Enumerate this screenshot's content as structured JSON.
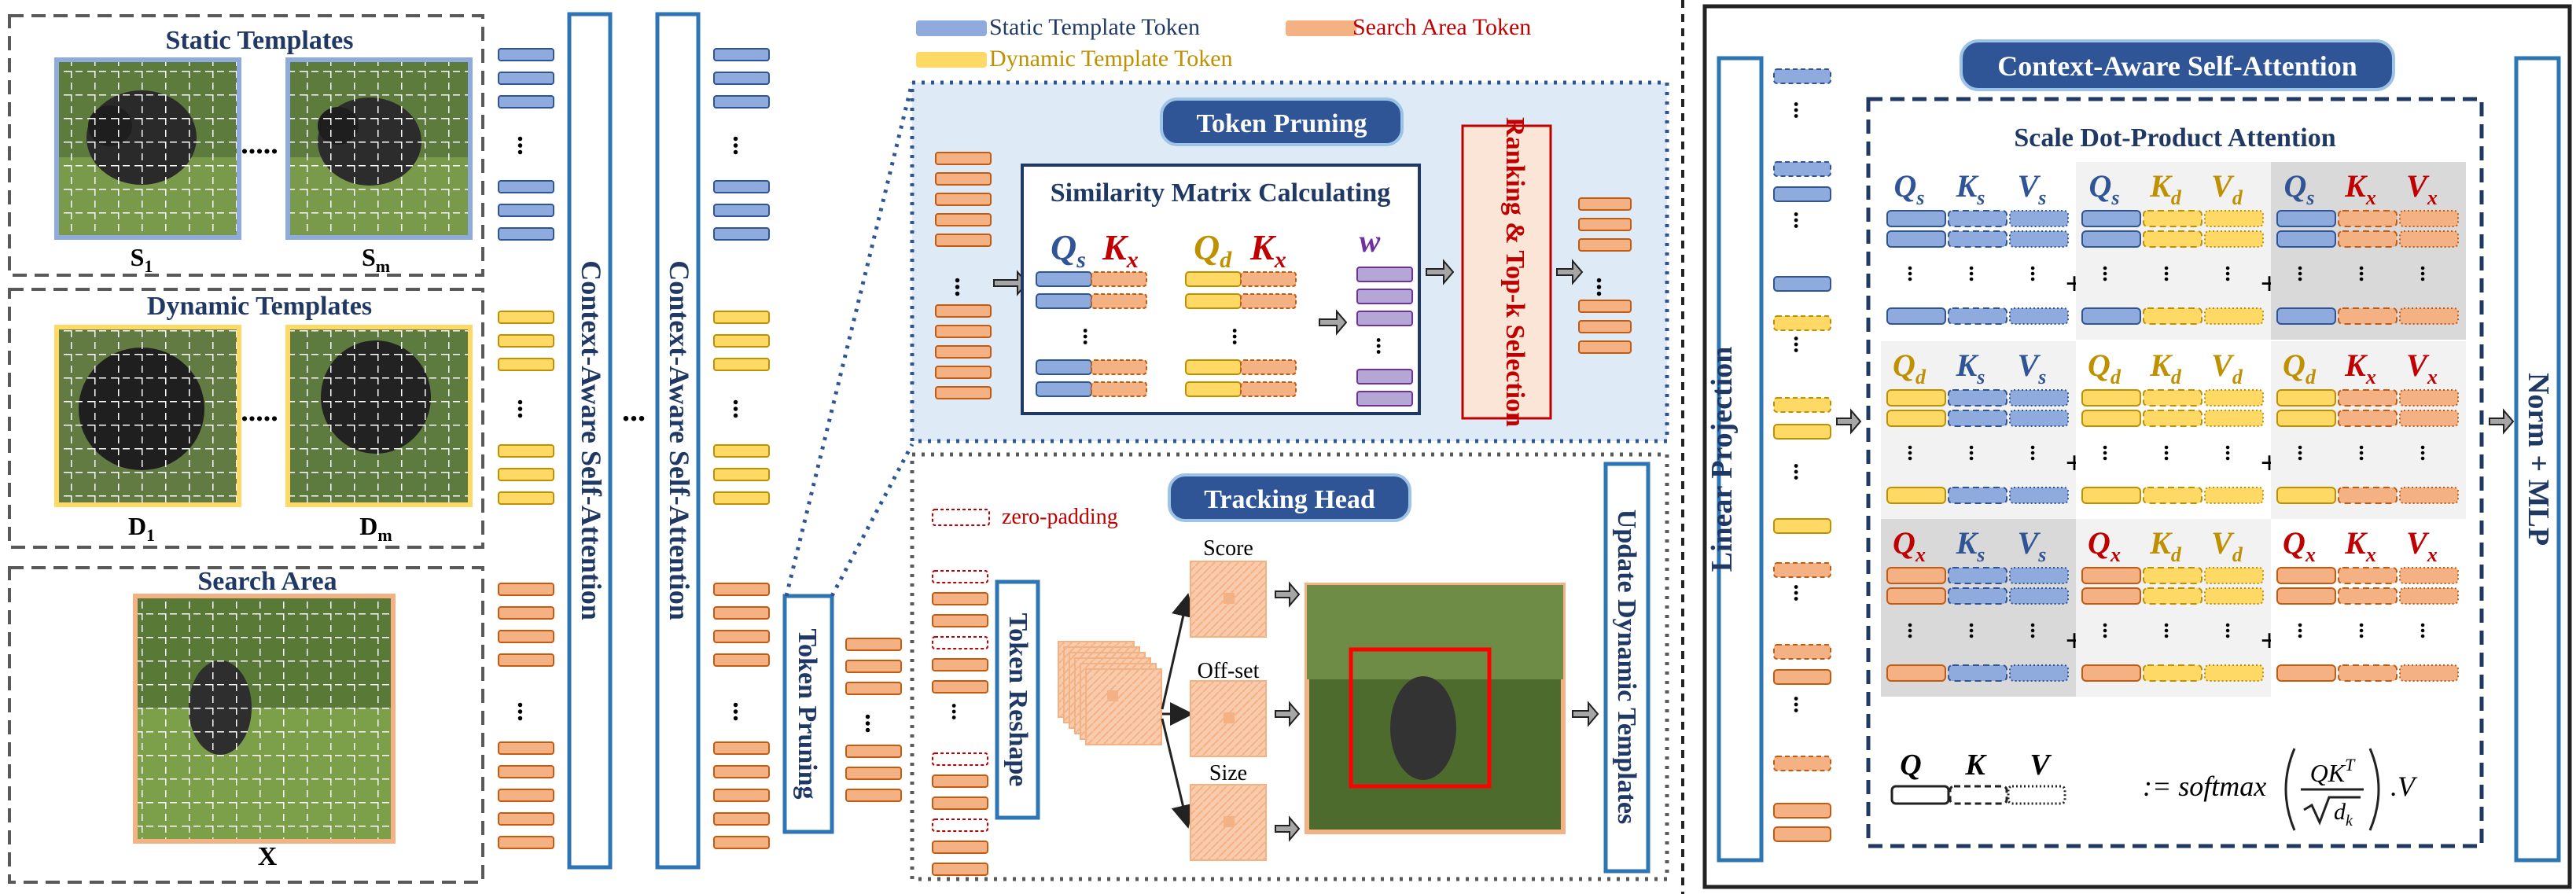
{
  "colors": {
    "static": "#8FAADC",
    "static_border": "#2F5597",
    "dynamic": "#FFD966",
    "dynamic_border": "#BF9000",
    "search": "#F4B183",
    "search_border": "#C55A11",
    "zero_pad_border": "#C00000",
    "purple": "#B4A7D6",
    "frame_blue": "#2E75B6",
    "title_blue": "#1F3864",
    "badge_blue": "#2F5597",
    "panel_bg": "#DEEBF7",
    "ranking_bg": "#FBE5D6",
    "ranking_red": "#C00000",
    "cell_light": "#F2F2F2",
    "cell_dark": "#D9D9D9"
  },
  "left": {
    "static_title": "Static Templates",
    "static_first": "S",
    "static_first_sub": "1",
    "static_last": "S",
    "static_last_sub": "m",
    "dynamic_title": "Dynamic Templates",
    "dynamic_first": "D",
    "dynamic_first_sub": "1",
    "dynamic_last": "D",
    "dynamic_last_sub": "m",
    "search_title": "Search Area",
    "search_label": "X",
    "dots": "....."
  },
  "stages": {
    "casa_1": "Context-Aware Self-Attention",
    "casa_2": "Context-Aware Self-Attention",
    "between_dots": "...",
    "token_pruning_box": "Token Pruning",
    "column_dots": "..."
  },
  "legend": {
    "static": "Static Template Token",
    "dynamic": "Dynamic Template Token",
    "search": "Search Area Token"
  },
  "pruning_panel": {
    "badge": "Token Pruning",
    "matrix_title": "Similarity Matrix Calculating",
    "q_s": "Q",
    "q_s_sub": "s",
    "k_x": "K",
    "k_x_sub": "x",
    "q_d": "Q",
    "q_d_sub": "d",
    "k_x2": "K",
    "k_x2_sub": "x",
    "w": "w",
    "ranking": "Ranking & Top-k Selection"
  },
  "tracking_panel": {
    "badge": "Tracking Head",
    "zero_padding": "zero-padding",
    "reshape": "Token Reshape",
    "score": "Score",
    "offset": "Off-set",
    "size": "Size",
    "update": "Update Dynamic Templates"
  },
  "right_panel": {
    "title": "Context-Aware Self-Attention",
    "linear_projection": "Linear Projection",
    "sdpa": "Scale Dot-Product Attention",
    "norm_mlp": "Norm + MLP",
    "plus": "+",
    "legend_q": "Q",
    "legend_k": "K",
    "legend_v": "V",
    "formula_prefix": ":= softmax",
    "formula_num": "QK",
    "formula_sup": "T",
    "formula_den": "d",
    "formula_den_sub": "k",
    "formula_suffix": ".V",
    "rows": [
      [
        "Q",
        "s",
        "K",
        "s",
        "V",
        "s",
        "Q",
        "s",
        "K",
        "d",
        "V",
        "d",
        "Q",
        "s",
        "K",
        "x",
        "V",
        "x"
      ],
      [
        "Q",
        "d",
        "K",
        "s",
        "V",
        "s",
        "Q",
        "d",
        "K",
        "d",
        "V",
        "d",
        "Q",
        "d",
        "K",
        "x",
        "V",
        "x"
      ],
      [
        "Q",
        "x",
        "K",
        "s",
        "V",
        "s",
        "Q",
        "x",
        "K",
        "d",
        "V",
        "d",
        "Q",
        "x",
        "K",
        "x",
        "V",
        "x"
      ]
    ]
  }
}
